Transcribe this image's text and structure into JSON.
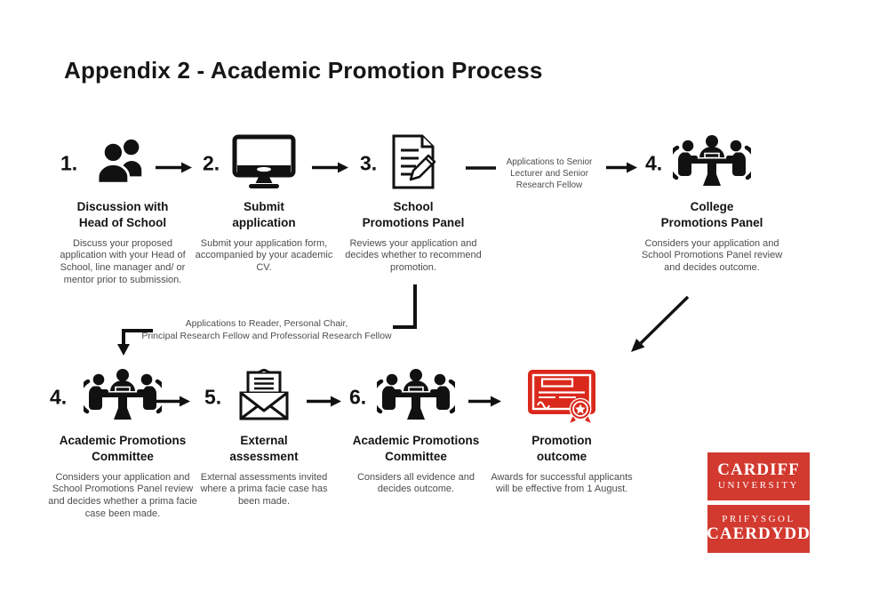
{
  "title": "Appendix 2 - Academic Promotion Process",
  "colors": {
    "certificate_red": "#DA291C",
    "logo_red": "#D2392F",
    "text_dark": "#141414",
    "text_gray": "#4d4d4d"
  },
  "row1": {
    "steps": [
      {
        "number": "1.",
        "icon": "two-people-icon",
        "title_lines": [
          "Discussion with",
          "Head of School"
        ],
        "description": "Discuss your proposed application with your Head of School, line manager and/ or mentor prior to submission."
      },
      {
        "number": "2.",
        "icon": "computer-icon",
        "title_lines": [
          "Submit",
          "application"
        ],
        "description": "Submit your application form, accompanied by your academic CV."
      },
      {
        "number": "3.",
        "icon": "document-pencil-icon",
        "title_lines": [
          "School",
          "Promotions Panel"
        ],
        "description": "Reviews your application and decides whether to recommend promotion."
      },
      {
        "number": "4.",
        "icon": "committee-table-icon",
        "title_lines": [
          "College",
          "Promotions Panel"
        ],
        "description": "Considers your application and School Promotions Panel review and decides outcome."
      }
    ],
    "connector_label_lines": [
      "Applications to Senior",
      "Lecturer and Senior",
      "Research Fellow"
    ]
  },
  "middle": {
    "connector_label_lines": [
      "Applications to Reader, Personal Chair,",
      "Principal Research Fellow and Professorial Research Fellow"
    ]
  },
  "row2": {
    "steps": [
      {
        "number": "4.",
        "icon": "committee-table-icon",
        "title_lines": [
          "Academic Promotions",
          "Committee"
        ],
        "description": "Considers your application and School Promotions Panel review and decides whether a prima facie case been made."
      },
      {
        "number": "5.",
        "icon": "envelope-letter-icon",
        "title_lines": [
          "External",
          "assessment"
        ],
        "description": "External assessments invited where a prima facie case has been made."
      },
      {
        "number": "6.",
        "icon": "committee-table-icon",
        "title_lines": [
          "Academic Promotions",
          "Committee"
        ],
        "description": "Considers all evidence and decides outcome."
      },
      {
        "number": "",
        "icon": "certificate-icon",
        "title_lines": [
          "Promotion",
          "outcome"
        ],
        "description": "Awards for successful applicants will be effective from 1 August."
      }
    ]
  },
  "logo": {
    "english_lines": [
      "CARDIFF",
      "UNIVERSITY"
    ],
    "welsh_lines": [
      "PRIFYSGOL",
      "CAERDYDD"
    ]
  }
}
